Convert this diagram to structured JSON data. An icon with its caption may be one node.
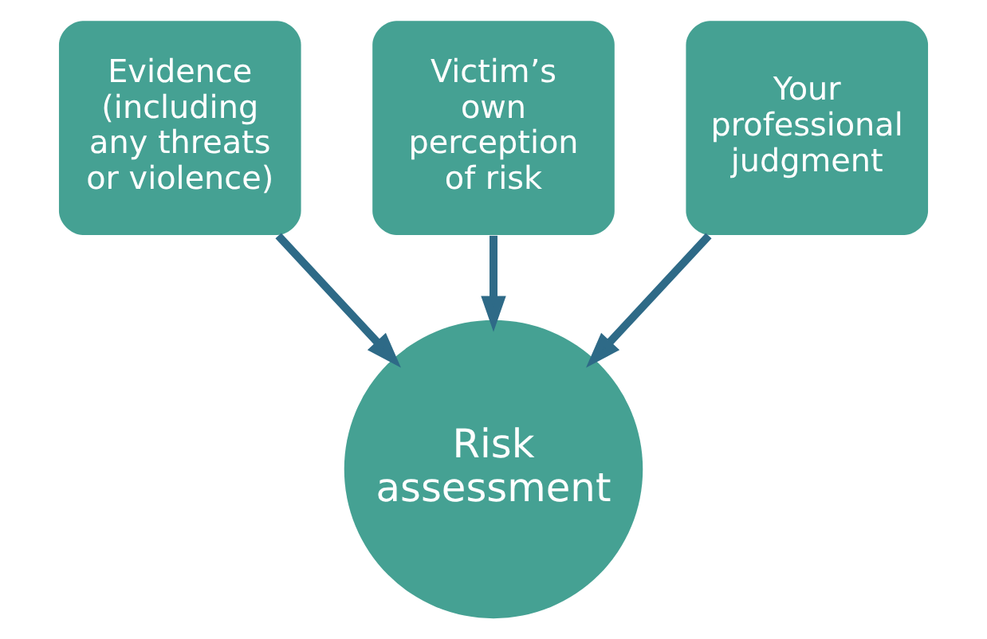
{
  "diagram": {
    "nodes": [
      {
        "text": [
          "Evidence (including any threats or violence)"
        ]
      },
      {
        "text": [
          "Victim’s own perception of risk"
        ]
      },
      {
        "text": [
          "Your professional judgment"
        ]
      },
      {
        "text": [
          "Risk assessment"
        ]
      }
    ],
    "edges": [
      {
        "from": 0,
        "to": 3,
        "arrow": "to"
      },
      {
        "from": 1,
        "to": 3,
        "arrow": "to"
      },
      {
        "from": 2,
        "to": 3,
        "arrow": "to"
      }
    ]
  }
}
